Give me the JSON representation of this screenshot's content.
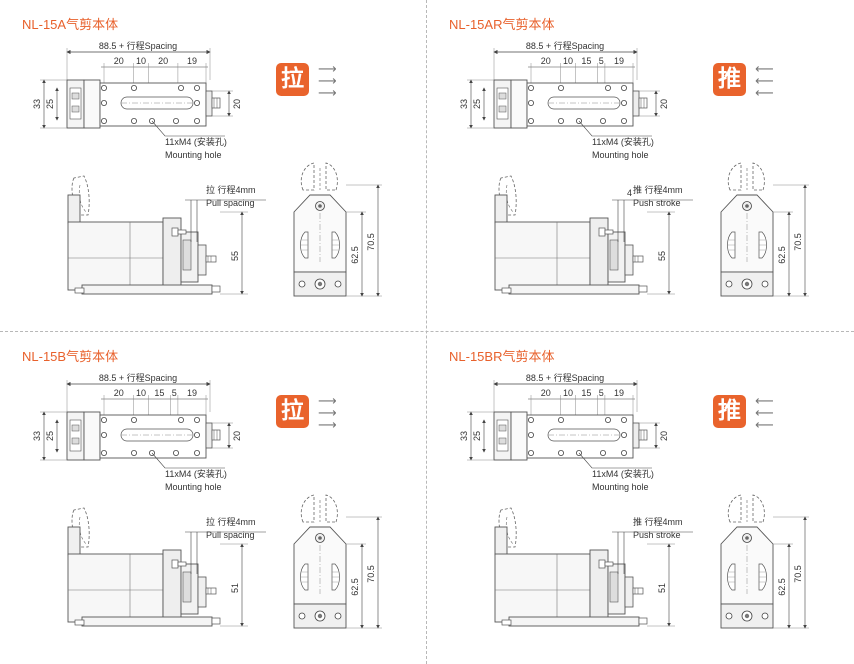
{
  "panels": [
    {
      "title": "NL-15A气剪本体",
      "badge": "拉",
      "arrow_glyph": "⟶",
      "top_width": "88.5 + 行程Spacing",
      "hole_dims": [
        "20",
        "10",
        "20",
        "19"
      ],
      "height_outer": "33",
      "height_inner": "25",
      "height_right": "20",
      "hole_label": "11xM4 (安装孔)",
      "hole_label_en": "Mounting hole",
      "stroke_label": "拉 行程4mm",
      "stroke_label_en": "Pull spacing",
      "stroke_value": "",
      "side_height": "55",
      "front_inner": "62.5",
      "front_outer": "70.5"
    },
    {
      "title": "NL-15AR气剪本体",
      "badge": "推",
      "arrow_glyph": "⟵",
      "top_width": "88.5 + 行程Spacing",
      "hole_dims": [
        "20",
        "10",
        "15",
        "5",
        "19"
      ],
      "height_outer": "33",
      "height_inner": "25",
      "height_right": "20",
      "hole_label": "11xM4 (安装孔)",
      "hole_label_en": "Mounting hole",
      "stroke_label": "推 行程4mm",
      "stroke_label_en": "Push stroke",
      "stroke_value": "4",
      "side_height": "55",
      "front_inner": "62.5",
      "front_outer": "70.5"
    },
    {
      "title": "NL-15B气剪本体",
      "badge": "拉",
      "arrow_glyph": "⟶",
      "top_width": "88.5 + 行程Spacing",
      "hole_dims": [
        "20",
        "10",
        "15",
        "5",
        "19"
      ],
      "height_outer": "33",
      "height_inner": "25",
      "height_right": "20",
      "hole_label": "11xM4 (安装孔)",
      "hole_label_en": "Mounting hole",
      "stroke_label": "拉 行程4mm",
      "stroke_label_en": "Pull spacing",
      "stroke_value": "",
      "side_height": "51",
      "front_inner": "62.5",
      "front_outer": "70.5"
    },
    {
      "title": "NL-15BR气剪本体",
      "badge": "推",
      "arrow_glyph": "⟵",
      "top_width": "88.5 + 行程Spacing",
      "hole_dims": [
        "20",
        "10",
        "15",
        "5",
        "19"
      ],
      "height_outer": "33",
      "height_inner": "25",
      "height_right": "20",
      "hole_label": "11xM4 (安装孔)",
      "hole_label_en": "Mounting hole",
      "stroke_label": "推 行程4mm",
      "stroke_label_en": "Push stroke",
      "stroke_value": "",
      "side_height": "51",
      "front_inner": "62.5",
      "front_outer": "70.5"
    }
  ],
  "colors": {
    "accent": "#e9632c",
    "line": "#555555",
    "dim": "#333333"
  }
}
